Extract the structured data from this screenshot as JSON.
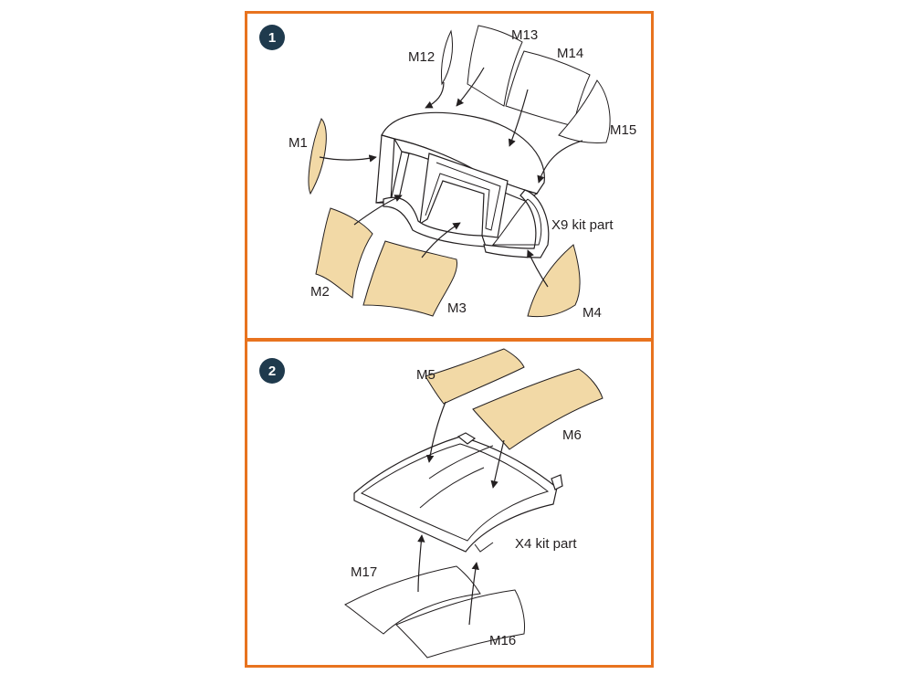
{
  "colors": {
    "border": "#e8731f",
    "badge": "#1f3a4d",
    "mask_fill": "#f2d9a6",
    "line": "#231f20"
  },
  "step1": {
    "number": "1",
    "kit_part": "X9 kit part",
    "labels": {
      "m1": "M1",
      "m2": "M2",
      "m3": "M3",
      "m4": "M4",
      "m12": "M12",
      "m13": "M13",
      "m14": "M14",
      "m15": "M15"
    }
  },
  "step2": {
    "number": "2",
    "kit_part": "X4 kit part",
    "labels": {
      "m5": "M5",
      "m6": "M6",
      "m16": "M16",
      "m17": "M17"
    }
  }
}
